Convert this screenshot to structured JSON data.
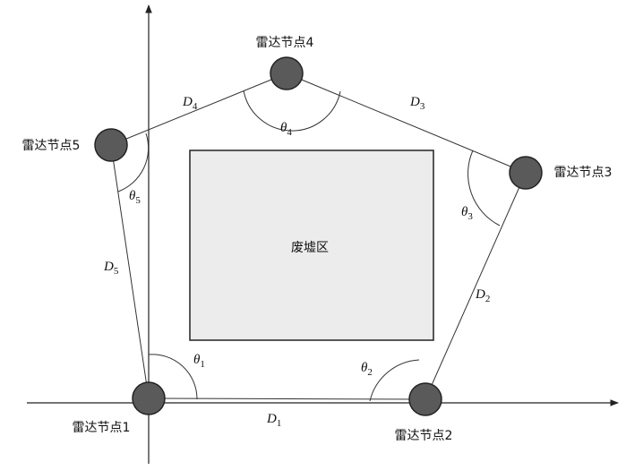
{
  "diagram": {
    "ruins_label": "废墟区",
    "nodes": [
      {
        "label": "雷达节点1"
      },
      {
        "label": "雷达节点2"
      },
      {
        "label": "雷达节点3"
      },
      {
        "label": "雷达节点4"
      },
      {
        "label": "雷达节点5"
      }
    ],
    "distances": [
      {
        "symbol": "D",
        "sub": "1"
      },
      {
        "symbol": "D",
        "sub": "2"
      },
      {
        "symbol": "D",
        "sub": "3"
      },
      {
        "symbol": "D",
        "sub": "4"
      },
      {
        "symbol": "D",
        "sub": "5"
      }
    ],
    "angles": [
      {
        "symbol": "θ",
        "sub": "1"
      },
      {
        "symbol": "θ",
        "sub": "2"
      },
      {
        "symbol": "θ",
        "sub": "3"
      },
      {
        "symbol": "θ",
        "sub": "4"
      },
      {
        "symbol": "θ",
        "sub": "5"
      }
    ],
    "colors": {
      "node": "#5a5a5a",
      "ruins_fill": "#ececec"
    }
  }
}
